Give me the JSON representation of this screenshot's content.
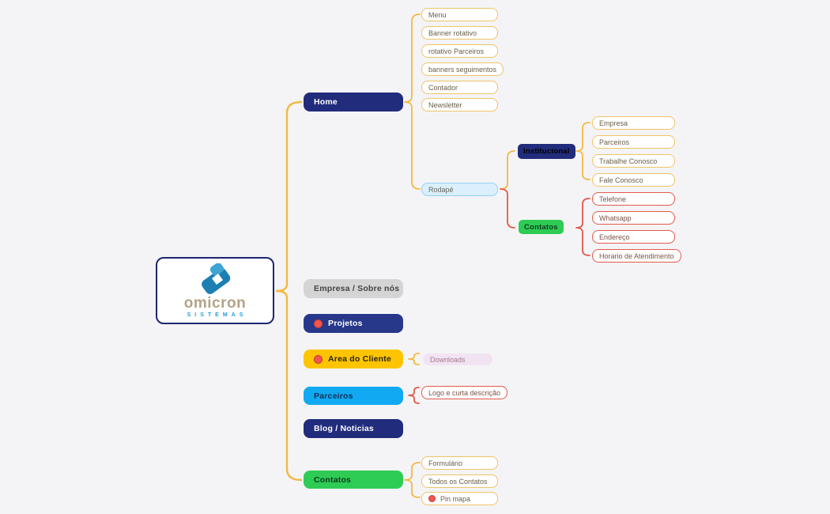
{
  "palette": {
    "background": "#f4f4f6",
    "navy": "#212c7c",
    "navy_projetos": "#27388a",
    "yellow": "#fdc501",
    "bright_blue": "#10a9f2",
    "green": "#2ecc55",
    "gray": "#d4d4d5",
    "leaf_border_yellow": "#f0c468",
    "leaf_border_red": "#e4594b",
    "brace_yellow": "#f3b942",
    "brace_red": "#e2584a",
    "rodape_bg": "#dbeffc",
    "rodape_border": "#8fd3f6",
    "downloads_bg": "#f2e3f3",
    "dot_red": "#f4564e",
    "logo_name_color": "#b3a285",
    "logo_tagline_color": "#1f9ed6"
  },
  "logo": {
    "name": "omicron",
    "tagline": "SISTEMAS"
  },
  "main_nodes": {
    "home": "Home",
    "empresa_sobre": "Empresa / Sobre nós",
    "projetos": "Projetos",
    "area_do_cliente": "Area do Cliente",
    "parceiros": "Parceiros",
    "blog_noticias": "Blog / Noticias",
    "contatos": "Contatos"
  },
  "home_children": {
    "menu": "Menu",
    "banner_rotativo": "Banner rotativo",
    "rotativo_parceiros": "rotativo Parceiros",
    "banners_seguimentos": "banners seguimentos",
    "contador": "Contador",
    "newsletter": "Newsletter",
    "rodape": "Rodapé"
  },
  "rodape_children": {
    "institucional": "Institucional",
    "contatos": "Contatos"
  },
  "institucional_children": {
    "empresa": "Empresa",
    "parceiros": "Parceiros",
    "trabalhe_conosco": "Trabalhe Conosco",
    "fale_conosco": "Fale Conosco"
  },
  "contatos_rodape_children": {
    "telefone": "Telefone",
    "whatsapp": "Whatsapp",
    "endereco": "Endereço",
    "horario_atendimento": "Horario de Atendimento"
  },
  "area_do_cliente_children": {
    "downloads": "Downloads"
  },
  "parceiros_children": {
    "logo_descricao": "Logo e curta descrição"
  },
  "contatos_children": {
    "formulario": "Formulário",
    "todos_os_contatos": "Todos os Contatos",
    "pin_mapa": "Pin mapa"
  }
}
